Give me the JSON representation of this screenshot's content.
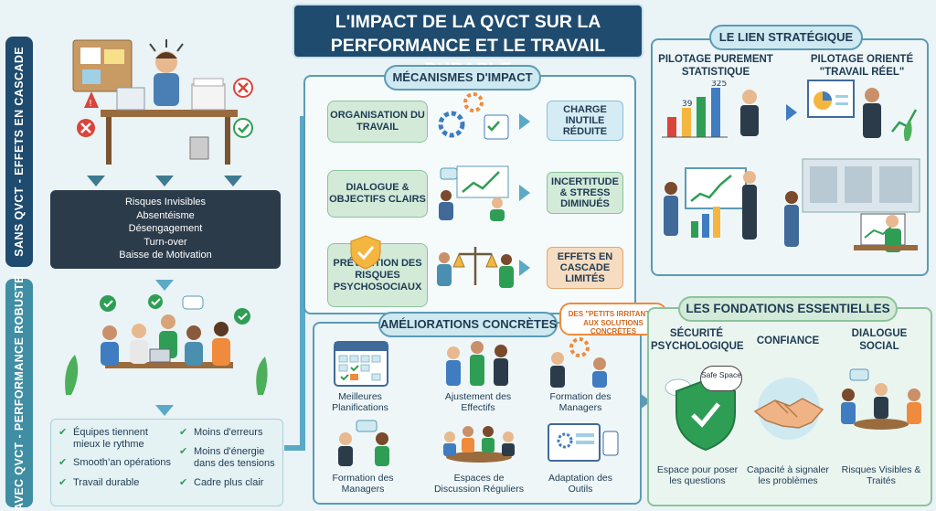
{
  "title": {
    "line1": "L'IMPACT DE LA QVCT SUR LA",
    "line2": "PERFORMANCE ET LE TRAVAIL DURABLE"
  },
  "side": {
    "top_label": "SANS QVCT - EFFETS EN CASCADE",
    "bottom_label": "AVEC QVCT - PERFORMANCE ROBUSTE"
  },
  "risks": [
    "Risques Invisibles",
    "Absentéisme",
    "Désengagement",
    "Turn-over",
    "Baisse de Motivation"
  ],
  "benefits": {
    "left": [
      "Équipes tiennent mieux le rythme",
      "Smooth’an opérations",
      "Travail durable"
    ],
    "right": [
      "Moins d'erreurs",
      "Moins d'énergie dans des tensions",
      "Cadre plus clair"
    ]
  },
  "mechanisms": {
    "header": "MÉCANISMES D'IMPACT",
    "rows": [
      {
        "cause": "ORGANISATION DU TRAVAIL",
        "effect": "CHARGE INUTILE RÉDUITE"
      },
      {
        "cause": "DIALOGUE & OBJECTIFS CLAIRS",
        "effect": "INCERTITUDE & STRESS DIMINUÉS"
      },
      {
        "cause": "PRÉVENTION DES RISQUES PSYCHOSOCIAUX",
        "effect": "EFFETS EN CASCADE LIMITÉS"
      }
    ]
  },
  "improvements": {
    "header": "AMÉLIORATIONS CONCRÈTES",
    "callout": "DES \"PETITS IRRITANTS\" AUX SOLUTIONS CONCRÈTES",
    "items": [
      "Meilleures Planifications",
      "Ajustement des Effectifs",
      "Formation des Managers",
      "Formation des Managers",
      "Espaces de Discussion Réguliers",
      "Adaptation des Outils"
    ]
  },
  "strategic": {
    "header": "LE LIEN STRATÉGIQUE",
    "left": "PILOTAGE PUREMENT STATISTIQUE",
    "right": "PILOTAGE ORIENTÉ \"TRAVAIL RÉEL\"",
    "chart_numbers": [
      "325",
      "39"
    ]
  },
  "foundations": {
    "header": "LES FONDATIONS ESSENTIELLES",
    "cols": [
      {
        "head": "SÉCURITÉ PSYCHOLOGIQUE",
        "caption": "Espace pour poser les questions",
        "bubble": "Safe Space"
      },
      {
        "head": "CONFIANCE",
        "caption": "Capacité à signaler les problèmes"
      },
      {
        "head": "DIALOGUE SOCIAL",
        "caption": "Risques Visibles & Traités"
      }
    ]
  },
  "colors": {
    "navy": "#1e4b6e",
    "teal": "#5b9bb5",
    "green": "#2f9e55",
    "red": "#d9453a",
    "orange": "#f08a3c",
    "dark": "#2b3b4a"
  }
}
